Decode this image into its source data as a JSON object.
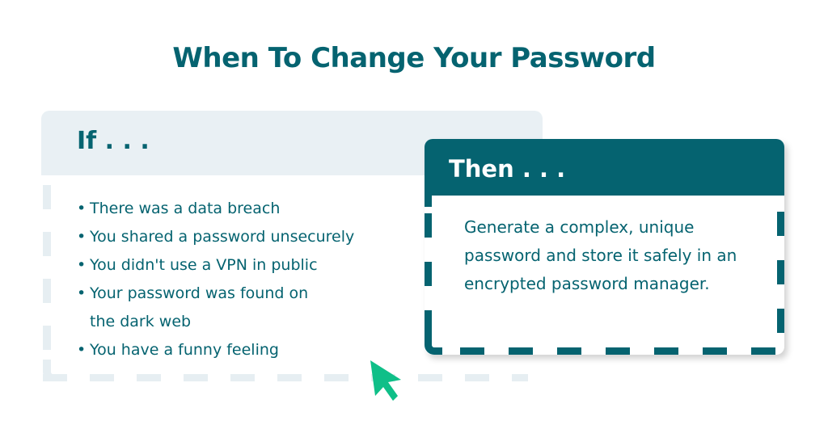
{
  "title": "When To Change Your Password",
  "if_box": {
    "heading": "If . . .",
    "items": [
      {
        "bullet": "•",
        "text": "There was a data breach"
      },
      {
        "bullet": "•",
        "text": "You shared a password unsecurely"
      },
      {
        "bullet": "•",
        "text": "You didn't use a VPN in public"
      },
      {
        "bullet": "•",
        "text": "Your password was found on"
      },
      {
        "bullet": "",
        "text": "the dark web"
      },
      {
        "bullet": "•",
        "text": "You have a funny feeling"
      }
    ]
  },
  "then_box": {
    "heading": "Then . . .",
    "text": "Generate a complex, unique password and store it safely in an encrypted password manager."
  },
  "cursor": {
    "icon": "mouse-pointer-icon",
    "color": "#0fbf88"
  },
  "colors": {
    "primary": "#056370",
    "light_panel": "#e9f0f4",
    "accent": "#0fbf88"
  }
}
